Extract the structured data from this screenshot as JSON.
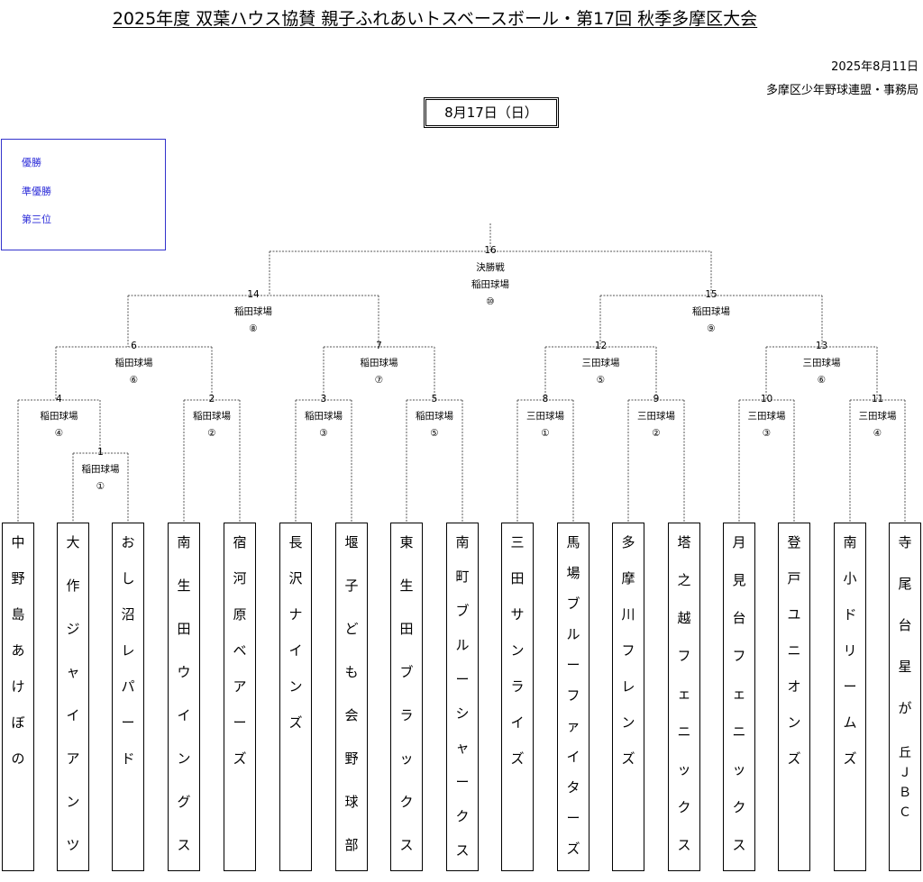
{
  "header": {
    "title": "2025年度 双葉ハウス協賛 親子ふれあいトスベースボール・第17回 秋季多摩区大会",
    "date": "2025年8月11日",
    "publisher": "多摩区少年野球連盟・事務局",
    "match_day": "8月17日（日）"
  },
  "legend": [
    "優勝",
    "準優勝",
    "第三位"
  ],
  "matches": [
    {
      "no": "1",
      "venue": "稲田球場",
      "order": "①"
    },
    {
      "no": "2",
      "venue": "稲田球場",
      "order": "②"
    },
    {
      "no": "3",
      "venue": "稲田球場",
      "order": "③"
    },
    {
      "no": "4",
      "venue": "稲田球場",
      "order": "④"
    },
    {
      "no": "5",
      "venue": "稲田球場",
      "order": "⑤"
    },
    {
      "no": "6",
      "venue": "稲田球場",
      "order": "⑥"
    },
    {
      "no": "7",
      "venue": "稲田球場",
      "order": "⑦"
    },
    {
      "no": "8",
      "venue": "三田球場",
      "order": "①"
    },
    {
      "no": "9",
      "venue": "三田球場",
      "order": "②"
    },
    {
      "no": "10",
      "venue": "三田球場",
      "order": "③"
    },
    {
      "no": "11",
      "venue": "三田球場",
      "order": "④"
    },
    {
      "no": "12",
      "venue": "三田球場",
      "order": "⑤"
    },
    {
      "no": "13",
      "venue": "三田球場",
      "order": "⑥"
    },
    {
      "no": "14",
      "venue": "稲田球場",
      "order": "⑧"
    },
    {
      "no": "15",
      "venue": "稲田球場",
      "order": "⑨"
    },
    {
      "no": "16",
      "round": "決勝戦",
      "venue": "稲田球場",
      "order": "⑩"
    }
  ],
  "teams": [
    "中野島あけぼの",
    "大作ジャイアンツ",
    "おし沼レパード",
    "南生田ウイングス",
    "宿河原ベアーズ",
    "長沢ナインズ",
    "堰子ども会野球部",
    "東生田ブラックス",
    "南町ブルーシャークス",
    "三田サンライズ",
    "馬場ブルーファイターズ",
    "多摩川フレンズ",
    "塔之越フェニックス",
    "月見台フェニックス",
    "登戸ユニオンズ",
    "南小ドリームズ",
    "寺尾台星が丘ＪＢＣ"
  ]
}
